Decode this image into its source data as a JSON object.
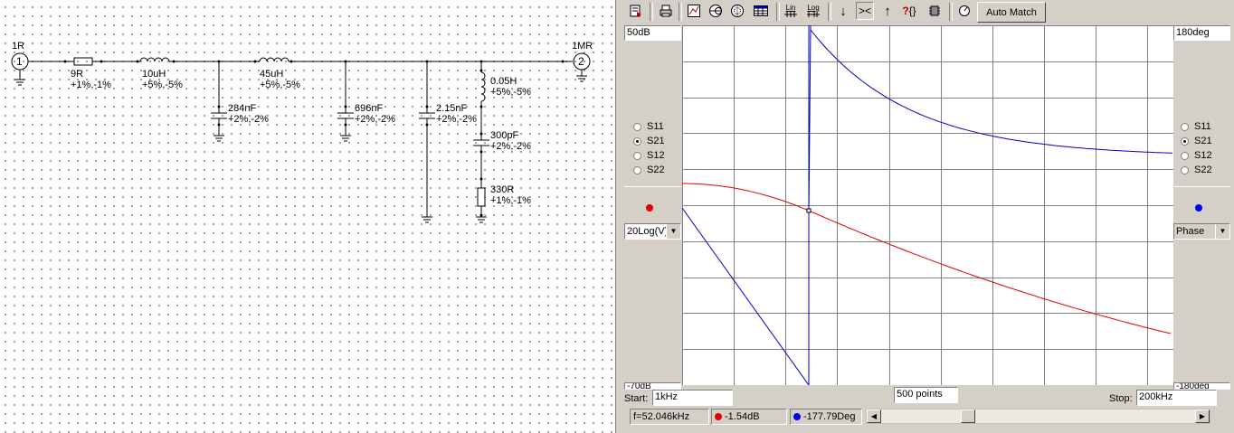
{
  "schematic": {
    "port1": {
      "name": "1R",
      "number": "1"
    },
    "port2": {
      "name": "1MR",
      "number": "2"
    },
    "resistor_series": {
      "value": "9R",
      "tol": "+1%,-1%"
    },
    "inductor1": {
      "value": "10uH",
      "tol": "+5%,-5%"
    },
    "inductor2": {
      "value": "45uH",
      "tol": "+5%,-5%"
    },
    "cap1": {
      "value": "284nF",
      "tol": "+2%,-2%"
    },
    "cap2": {
      "value": "696nF",
      "tol": "+2%,-2%"
    },
    "cap3": {
      "value": "2.15nF",
      "tol": "+2%,-2%"
    },
    "ind3": {
      "value": "0.05H",
      "tol": "+5%,-5%"
    },
    "cap4": {
      "value": "300pF",
      "tol": "+2%,-2%"
    },
    "res2": {
      "value": "330R",
      "tol": "+1%,-1%"
    }
  },
  "toolbar": {
    "auto_match": "Auto Match",
    "lin": "Lin",
    "log": "Log",
    "icons": [
      "export-icon",
      "print-icon",
      "graph-icon",
      "smith-icon",
      "polar-icon",
      "table-icon",
      "lin-icon",
      "log-icon",
      "marker-down-icon",
      "marker-between-icon",
      "marker-up-icon",
      "help-icon",
      "component-icon",
      "tune-icon"
    ]
  },
  "left_axis": {
    "top_value": "50dB",
    "bottom_value": "-70dB",
    "params": [
      "S11",
      "S21",
      "S12",
      "S22"
    ],
    "selected": "S21",
    "color": "#ff0000",
    "mode": "20Log(V)"
  },
  "right_axis": {
    "top_value": "180deg",
    "bottom_value": "-180deg",
    "params": [
      "S11",
      "S21",
      "S12",
      "S22"
    ],
    "selected": "S21",
    "color": "#0000ff",
    "mode": "Phase"
  },
  "sweep": {
    "start_label": "Start:",
    "start_value": "1kHz",
    "points": "500 points",
    "stop_label": "Stop:",
    "stop_value": "200kHz"
  },
  "status": {
    "freq": "f=52.046kHz",
    "mag": "-1.54dB",
    "phase": "-177.79Deg"
  },
  "plot_colors": {
    "grid": "#808080",
    "mag": "#e00000",
    "phase": "#0000c8"
  }
}
